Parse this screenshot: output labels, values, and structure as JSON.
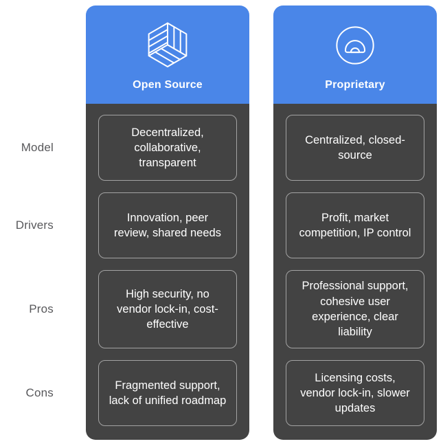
{
  "title": "Open Source vs Proprietary comparison",
  "colors": {
    "header_bg": "#4a86e8",
    "body_bg": "#434343",
    "cell_border": "#a3a3a3",
    "cell_text": "#ffffff",
    "header_text": "#ffffff",
    "row_label_text": "#58585b",
    "page_bg": "#ffffff"
  },
  "row_labels": [
    "Model",
    "Drivers",
    "Pros",
    "Cons"
  ],
  "columns": [
    {
      "title": "Open Source",
      "icon": "open-source-cube-icon",
      "cells": [
        "Decentralized, collaborative, transparent",
        "Innovation, peer review, shared needs",
        "High security, no vendor lock-in, cost-effective",
        "Fragmented support, lack of unified roadmap"
      ]
    },
    {
      "title": "Proprietary",
      "icon": "protractor-icon",
      "cells": [
        "Centralized, closed-source",
        "Profit, market competition, IP control",
        "Professional support, cohesive user experience, clear liability",
        "Licensing costs, vendor lock-in, slower updates"
      ]
    }
  ]
}
